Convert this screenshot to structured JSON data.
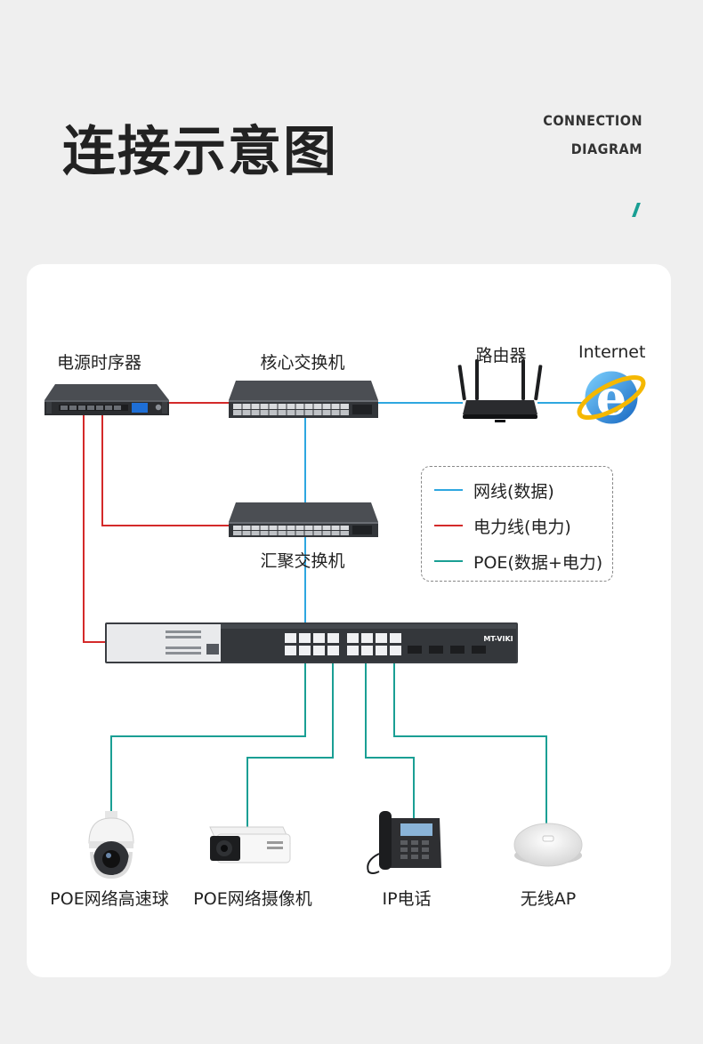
{
  "header": {
    "title": "连接示意图",
    "subtitle_line1": "CONNECTION",
    "subtitle_line2": "DIAGRAM"
  },
  "colors": {
    "network": "#2ea7e0",
    "power": "#d42a2a",
    "poe": "#1a9f94",
    "accent": "#1a9f94"
  },
  "devices": {
    "power_sequencer": "电源时序器",
    "core_switch": "核心交换机",
    "router": "路由器",
    "internet": "Internet",
    "aggregation_switch": "汇聚交换机",
    "poe_switch_brand": "MT-VIKI",
    "speed_dome": "POE网络高速球",
    "bullet_camera": "POE网络摄像机",
    "ip_phone": "IP电话",
    "wireless_ap": "无线AP"
  },
  "legend": [
    {
      "label": "网线(数据)",
      "color": "#2ea7e0"
    },
    {
      "label": "电力线(电力)",
      "color": "#d42a2a"
    },
    {
      "label": "POE(数据+电力)",
      "color": "#1a9f94"
    }
  ]
}
